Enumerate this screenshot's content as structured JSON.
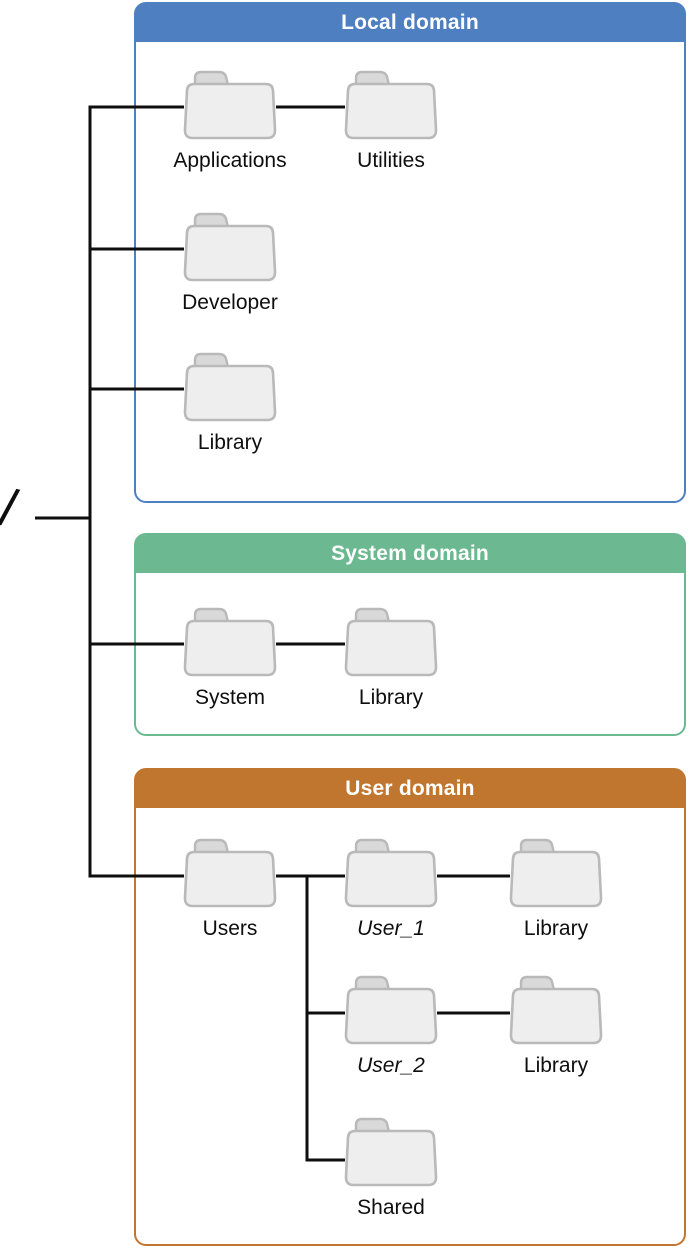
{
  "diagram": {
    "root_symbol": "/",
    "line_color": "#0e0e0e",
    "folder_fill": "#eeeeee",
    "folder_tab_fill": "#d9d9d9",
    "folder_stroke": "#b9b9b9",
    "domains": [
      {
        "label": "Local domain",
        "color": "#4e7fc1",
        "folders": [
          {
            "name": "Applications"
          },
          {
            "name": "Utilities"
          },
          {
            "name": "Developer"
          },
          {
            "name": "Library"
          }
        ]
      },
      {
        "label": "System domain",
        "color": "#6cb890",
        "folders": [
          {
            "name": "System"
          },
          {
            "name": "Library"
          }
        ]
      },
      {
        "label": "User domain",
        "color": "#c1762f",
        "folders": [
          {
            "name": "Users"
          },
          {
            "name": "User_1"
          },
          {
            "name": "Library"
          },
          {
            "name": "User_2"
          },
          {
            "name": "Library"
          },
          {
            "name": "Shared"
          }
        ]
      }
    ]
  }
}
